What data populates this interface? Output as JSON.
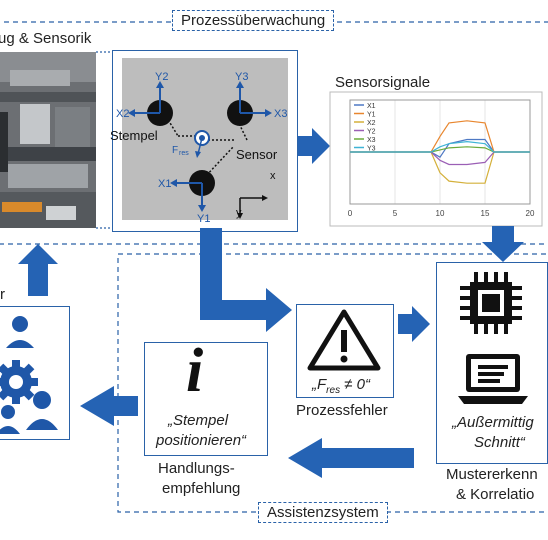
{
  "frames": {
    "top_title": "Prozessüberwachung",
    "bottom_title": "Assistenzsystem"
  },
  "photo": {
    "title": "ug & Sensorik"
  },
  "sensor_diagram": {
    "sensors": [
      "Y2",
      "Y3",
      "X2",
      "X3",
      "X1",
      "Y1"
    ],
    "stempel_label": "Stempel",
    "sensor_label": "Sensor",
    "force_label": "F",
    "force_subscript": "res",
    "axis_x": "x",
    "axis_y": "y"
  },
  "signals": {
    "title": "Sensorsignale",
    "chart_data": {
      "type": "line",
      "x": [
        0,
        5,
        8,
        9,
        10,
        11,
        13,
        15,
        16,
        20
      ],
      "xlim": [
        0,
        20
      ],
      "xticks": [
        "0",
        "5",
        "10",
        "15",
        "20"
      ],
      "legend": "top-left",
      "series": [
        {
          "name": "X1",
          "color": "#4e79c4",
          "values": [
            0,
            0,
            0,
            0,
            -0.05,
            0.08,
            0.12,
            0.12,
            0,
            0
          ]
        },
        {
          "name": "Y1",
          "color": "#e8862e",
          "values": [
            0,
            0,
            0,
            0,
            0.15,
            0.28,
            0.3,
            0.28,
            0,
            0
          ]
        },
        {
          "name": "X2",
          "color": "#d4b03a",
          "values": [
            0,
            0,
            0,
            0,
            -0.2,
            -0.28,
            -0.3,
            -0.3,
            0,
            0
          ]
        },
        {
          "name": "Y2",
          "color": "#9b5fb5",
          "values": [
            0,
            0,
            0,
            0,
            -0.08,
            -0.12,
            -0.12,
            -0.1,
            0,
            0
          ]
        },
        {
          "name": "X3",
          "color": "#6aaa3a",
          "values": [
            0,
            0,
            0,
            0,
            0.02,
            0.04,
            0.05,
            0.04,
            0,
            0
          ]
        },
        {
          "name": "Y3",
          "color": "#3fb4d6",
          "values": [
            0,
            0,
            0,
            0,
            0.05,
            0.08,
            0.1,
            0.08,
            0,
            0
          ]
        }
      ]
    }
  },
  "process_error": {
    "quote": "„F",
    "subscript": "res",
    "quote_end": " ≠ 0“",
    "label": "Prozessfehler"
  },
  "recommendation": {
    "line1": "„Stempel",
    "line2": "positionieren“",
    "label1": "Handlungs-",
    "label2": "empfehlung"
  },
  "pattern": {
    "line1": "„Außermittig",
    "line2": "Schnitt“",
    "label1": "Mustererkenn",
    "label2": "& Korrelatio"
  },
  "user": {
    "label": "r"
  },
  "colors": {
    "accent": "#2a62a8",
    "arrow": "#2563b4",
    "dark": "#111111"
  }
}
